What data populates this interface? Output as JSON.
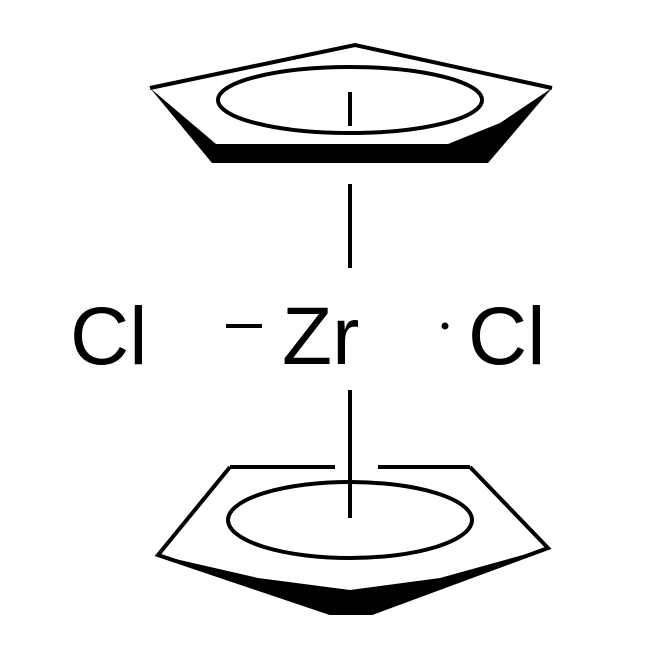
{
  "molecule": {
    "atoms": {
      "left_chlorine": "Cl",
      "metal": "Zr",
      "right_chlorine": "Cl"
    }
  },
  "colors": {
    "ink": "#000000",
    "background": "#ffffff"
  }
}
